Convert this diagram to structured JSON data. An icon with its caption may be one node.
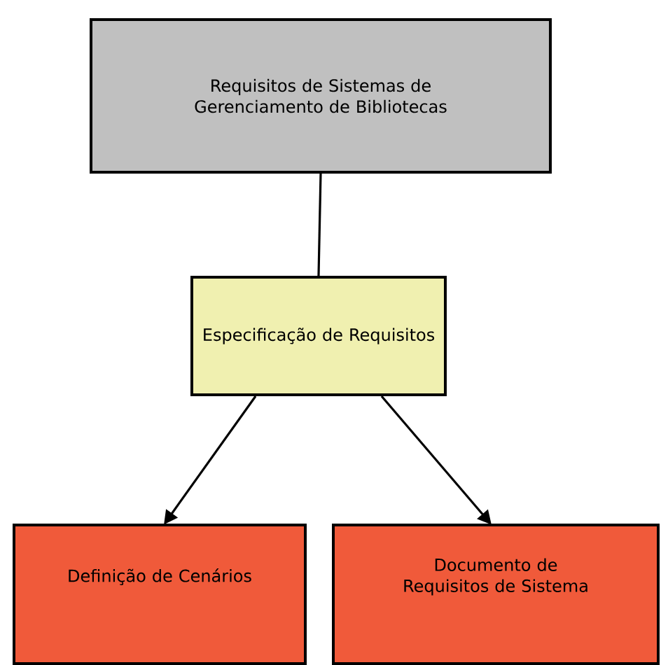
{
  "diagram": {
    "nodes": [
      {
        "text": [
          "Requisitos de Sistemas de Gerenciamento de Bibliotecas"
        ]
      },
      {
        "text": [
          "Especificação de Requisitos"
        ]
      },
      {
        "text": [
          "Definição de Cenários"
        ]
      },
      {
        "text": [
          "Documento de Requisitos de Sistema"
        ]
      }
    ],
    "edges": [
      {
        "from": 0,
        "to": 1,
        "arrow": "none"
      },
      {
        "from": 1,
        "to": 2,
        "arrow": "to"
      },
      {
        "from": 1,
        "to": 3,
        "arrow": "to"
      }
    ]
  }
}
